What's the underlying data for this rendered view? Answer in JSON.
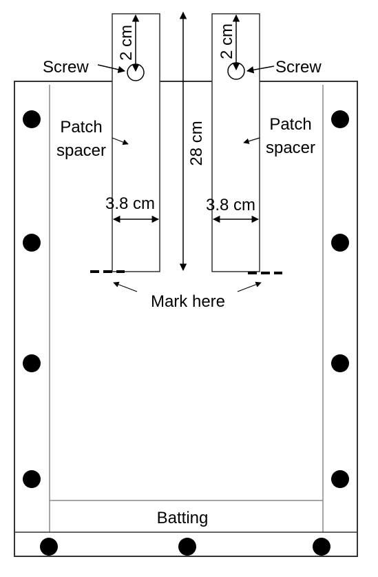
{
  "labels": {
    "screw_left": "Screw",
    "screw_right": "Screw",
    "patch_left_line1": "Patch",
    "patch_left_line2": "spacer",
    "patch_right_line1": "Patch",
    "patch_right_line2": "spacer",
    "dim_top_left": "2 cm",
    "dim_top_right": "2 cm",
    "dim_length": "28 cm",
    "dim_width_left": "3.8 cm",
    "dim_width_right": "3.8 cm",
    "mark_here": "Mark here",
    "batting": "Batting"
  },
  "colors": {
    "ink": "#000000",
    "line": "#333333",
    "thin_line": "#888888",
    "background": "#ffffff"
  }
}
